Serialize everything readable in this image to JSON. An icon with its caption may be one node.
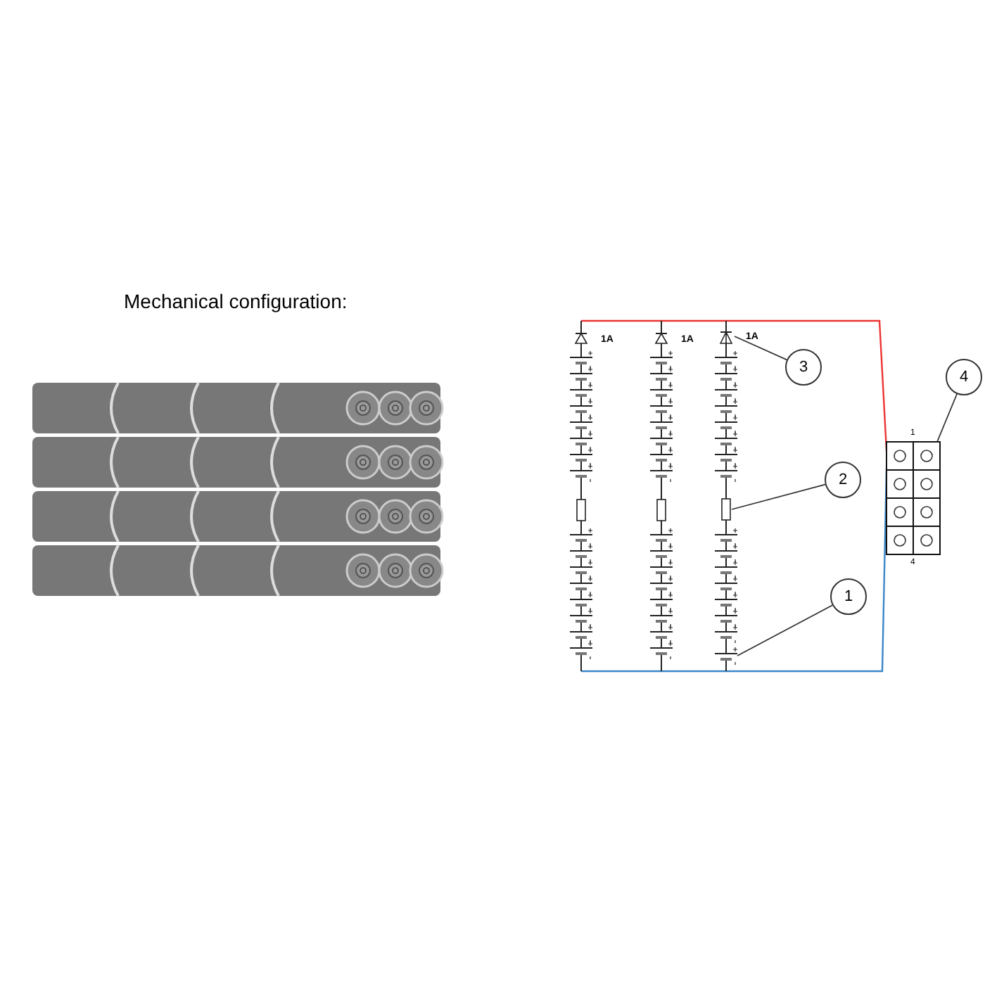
{
  "diagram": {
    "title": "Mechanical configuration:",
    "nodes": [
      {
        "text": [
          "4"
        ]
      },
      {
        "text": [],
        "shape": "connector"
      },
      {
        "text": [
          "3"
        ]
      },
      {
        "text": [],
        "shape": "diode"
      },
      {
        "text": [
          "2"
        ]
      },
      {
        "text": [],
        "shape": "resistor"
      },
      {
        "text": [
          "1"
        ]
      },
      {
        "text": [],
        "shape": "battery"
      }
    ],
    "edges": [
      {
        "from": 0,
        "to": 1,
        "arrow": "none"
      },
      {
        "from": 2,
        "to": 3,
        "arrow": "none"
      },
      {
        "from": 4,
        "to": 5,
        "arrow": "none"
      },
      {
        "from": 6,
        "to": 7,
        "arrow": "none"
      }
    ],
    "labels": [
      "1A",
      "1A",
      "1A",
      "1",
      "4"
    ]
  }
}
